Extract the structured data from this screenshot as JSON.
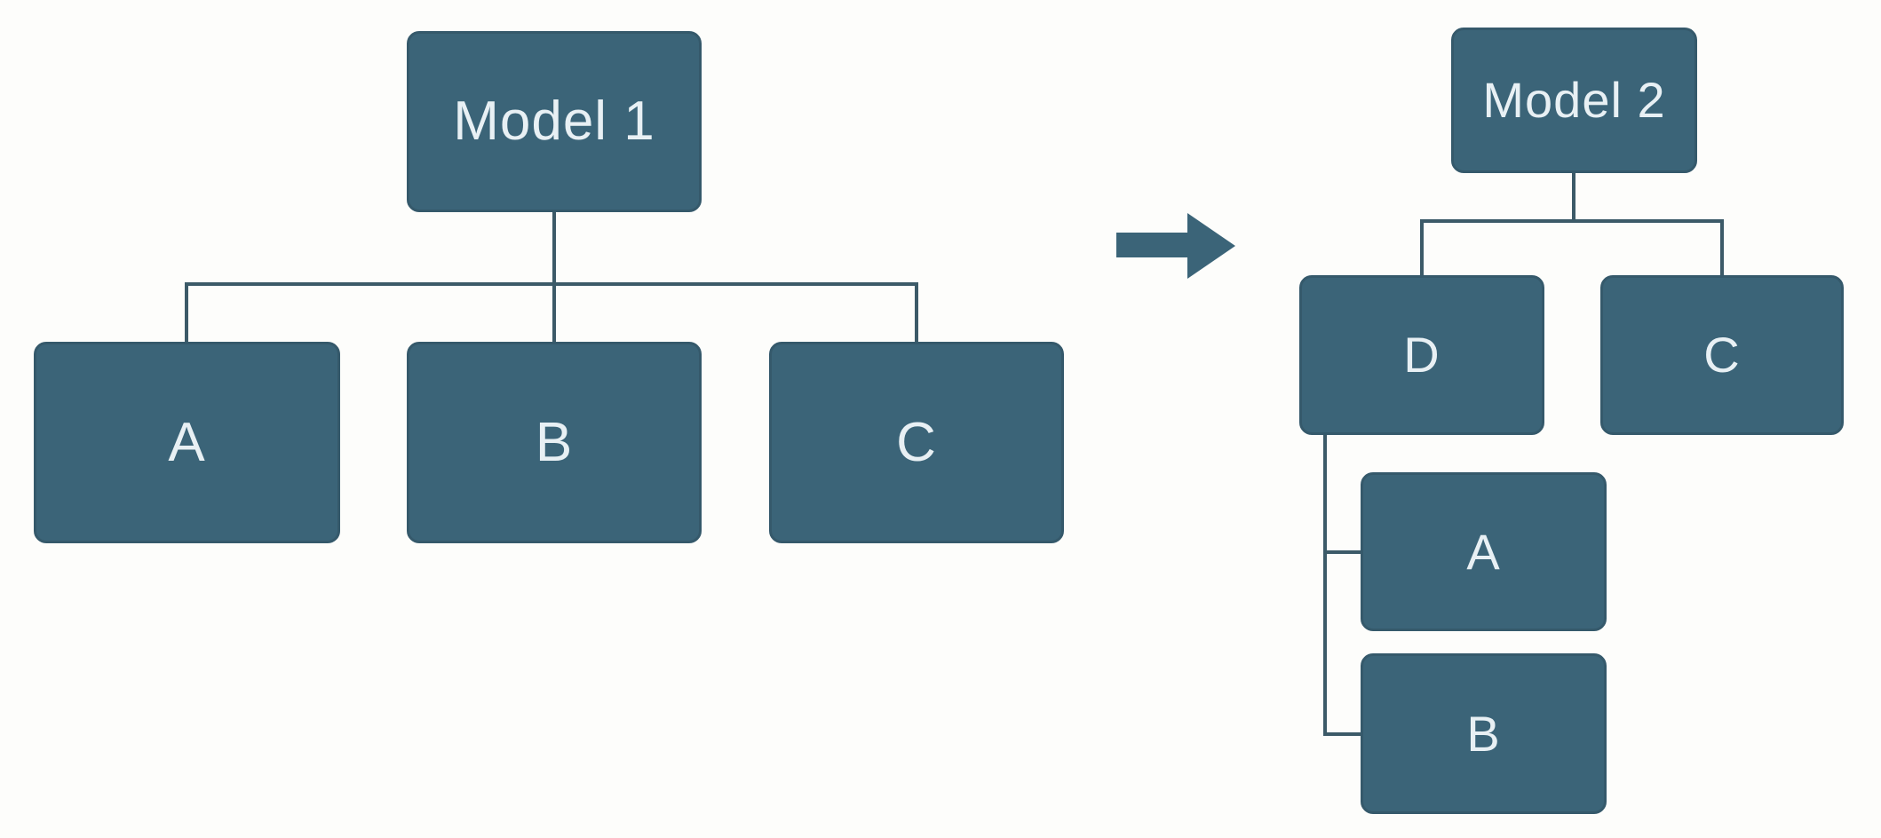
{
  "colors": {
    "background": "#fdfdfb",
    "box_fill": "#3b6478",
    "box_border": "#35596b",
    "connector": "#3c5a68",
    "arrow": "#3b6478",
    "text": "#e8f0f4"
  },
  "left": {
    "type": "tree",
    "root": {
      "label": "Model 1",
      "children": [
        {
          "label": "A"
        },
        {
          "label": "B"
        },
        {
          "label": "C"
        }
      ]
    }
  },
  "arrow": {
    "icon": "right-arrow",
    "meaning": "transformation from Model 1 to Model 2"
  },
  "right": {
    "type": "tree",
    "root": {
      "label": "Model 2",
      "children": [
        {
          "label": "D",
          "children": [
            {
              "label": "A"
            },
            {
              "label": "B"
            }
          ]
        },
        {
          "label": "C"
        }
      ]
    }
  }
}
